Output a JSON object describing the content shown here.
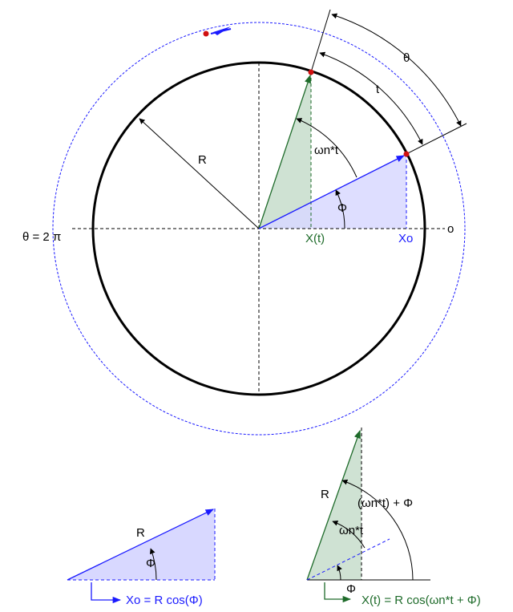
{
  "colors": {
    "black": "#000000",
    "blue": "#1a1aff",
    "green": "#1e6b2a",
    "green_fill": "#cfe2d3",
    "blue_fill": "#d8d8ff",
    "red_dot": "#d01010"
  },
  "circle_diagram": {
    "label_theta_top": "θ",
    "label_t": "t",
    "label_R": "R",
    "label_omega_t": "ωn*t",
    "label_phi": "Φ",
    "label_x_t": "X(t)",
    "label_x_o": "Xo",
    "label_o": "o",
    "label_theta_2pi": "θ = 2 π"
  },
  "bottom_left": {
    "label_R": "R",
    "label_phi": "Φ",
    "equation": "Xo = R cos(Φ)"
  },
  "bottom_right": {
    "label_R": "R",
    "label_omega_t_plus_phi": "(ωn*t) + Φ",
    "label_omega_t": "ωn*t",
    "label_phi": "Φ",
    "equation": "X(t) = R cos(ωn*t + Φ)"
  }
}
